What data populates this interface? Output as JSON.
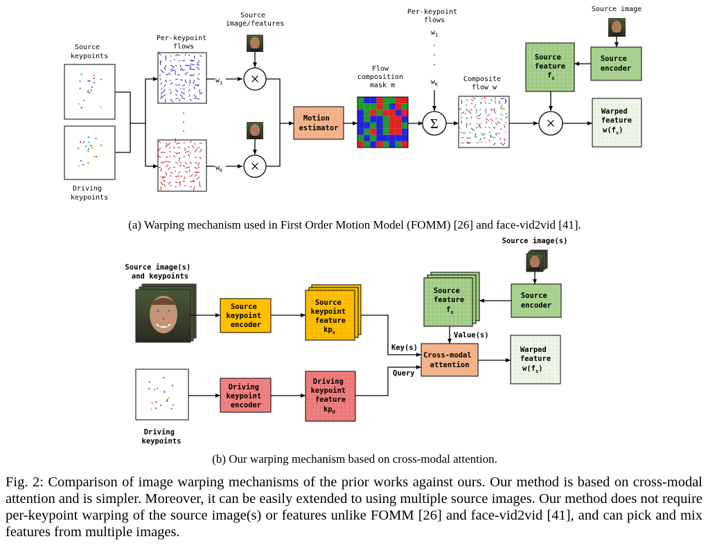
{
  "part_a": {
    "labels": {
      "source_keypoints": [
        "Source",
        "keypoints"
      ],
      "driving_keypoints": [
        "Driving",
        "keypoints"
      ],
      "per_keypoint_flows": [
        "Per-keypoint",
        "flows"
      ],
      "source_image_features": [
        "Source",
        "image/features"
      ],
      "w1": "w",
      "w1_sub": "1",
      "wk": "w",
      "wk_sub": "K",
      "motion_estimator": [
        "Motion",
        "estimator"
      ],
      "flow_mask": [
        "Flow",
        "composition",
        "mask m"
      ],
      "per_keypoint_flows_right": [
        "Per-keypoint",
        "flows"
      ],
      "w1_right": "w",
      "w1_right_sub": "1",
      "wk_right": "w",
      "wk_right_sub": "K",
      "sum_symbol": "Σ",
      "composite_flow": [
        "Composite",
        "flow w"
      ],
      "source_image": "Source image",
      "source_feature": [
        "Source",
        "feature",
        "f"
      ],
      "source_feature_sub": "s",
      "source_encoder": [
        "Source",
        "encoder"
      ],
      "warped_feature": [
        "Warped",
        "feature",
        "w(f"
      ],
      "warped_feature_sub": "s",
      "warped_feature_close": ")",
      "times": "×"
    },
    "caption": "(a) Warping mechanism used in First Order Motion Model (FOMM) [26] and face-vid2vid [41]."
  },
  "part_b": {
    "labels": {
      "source_images_kp": [
        "Source image(s)",
        "and keypoints"
      ],
      "source_kp_encoder": [
        "Source",
        "keypoint",
        "encoder"
      ],
      "source_kp_feature": [
        "Source",
        "keypoint",
        "feature",
        "kp"
      ],
      "source_kp_feature_sub": "s",
      "driving_kp_encoder": [
        "Driving",
        "keypoint",
        "encoder"
      ],
      "driving_kp_feature": [
        "Driving",
        "keypoint",
        "feature",
        "kp"
      ],
      "driving_kp_feature_sub": "d",
      "driving_keypoints": [
        "Driving",
        "keypoints"
      ],
      "keys": "Key(s)",
      "query": "Query",
      "values": "Value(s)",
      "cross_modal": [
        "Cross-modal",
        "attention"
      ],
      "source_images": "Source image(s)",
      "source_feature": [
        "Source",
        "feature",
        "f"
      ],
      "source_feature_sub": "s",
      "source_encoder": [
        "Source",
        "encoder"
      ],
      "warped_feature": [
        "Warped",
        "feature",
        "w(f"
      ],
      "warped_feature_sub": "s",
      "warped_feature_close": ")"
    },
    "caption": "(b) Our warping mechanism based on cross-modal attention."
  },
  "figure_caption": "Fig. 2: Comparison of image warping mechanisms of the prior works against ours. Our method is based on cross-modal attention and is simpler. Moreover, it can be easily extended to using multiple source images. Our method does not require per-keypoint warping of the source image(s) or features unlike FOMM [26] and face-vid2vid [41], and can pick and mix features from multiple images.",
  "colors": {
    "motion_estimator": "#f2b38a",
    "cross_modal": "#f2b38a",
    "source_green": "#a9d18e",
    "warped_light": "#e2efd9",
    "source_kp_yellow": "#ffc000",
    "driving_red": "#f08080",
    "mask_red": "#e32222",
    "mask_green": "#1f9a2e",
    "mask_blue": "#2323e0",
    "flow_blue": "#2b2bb8",
    "flow_red": "#c42020"
  }
}
